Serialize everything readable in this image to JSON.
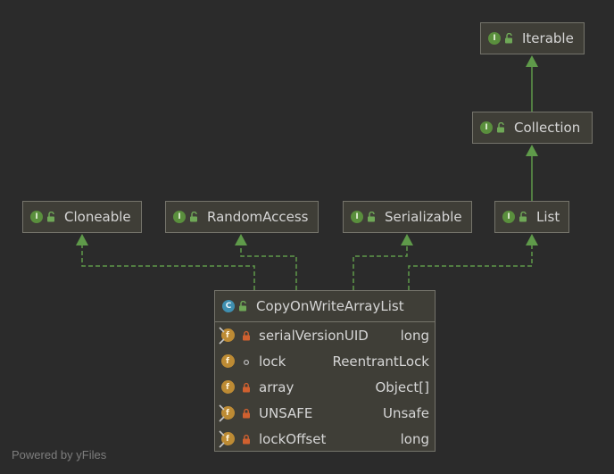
{
  "nodes": {
    "iterable": {
      "label": "Iterable",
      "kind": "I"
    },
    "collection": {
      "label": "Collection",
      "kind": "I"
    },
    "cloneable": {
      "label": "Cloneable",
      "kind": "I"
    },
    "random_access": {
      "label": "RandomAccess",
      "kind": "I"
    },
    "serializable": {
      "label": "Serializable",
      "kind": "I"
    },
    "list": {
      "label": "List",
      "kind": "I"
    }
  },
  "class_box": {
    "name": "CopyOnWriteArrayList",
    "kind": "C",
    "fields": [
      {
        "name": "serialVersionUID",
        "type": "long",
        "badge": "f",
        "visibility": "private",
        "static": true
      },
      {
        "name": "lock",
        "type": "ReentrantLock",
        "badge": "f",
        "visibility": "package",
        "static": false
      },
      {
        "name": "array",
        "type": "Object[]",
        "badge": "f",
        "visibility": "private",
        "static": false
      },
      {
        "name": "UNSAFE",
        "type": "Unsafe",
        "badge": "f",
        "visibility": "private",
        "static": true
      },
      {
        "name": "lockOffset",
        "type": "long",
        "badge": "f",
        "visibility": "private",
        "static": true
      }
    ]
  },
  "footer": "Powered by yFiles",
  "colors": {
    "background": "#2b2b2b",
    "node_fill": "#3f3e37",
    "node_border": "#75746b",
    "edge": "#5f9a4a",
    "interface_badge": "#5a8f3d",
    "class_badge": "#3f8fb0",
    "field_badge": "#bd8b34",
    "private_lock": "#d0602f"
  }
}
